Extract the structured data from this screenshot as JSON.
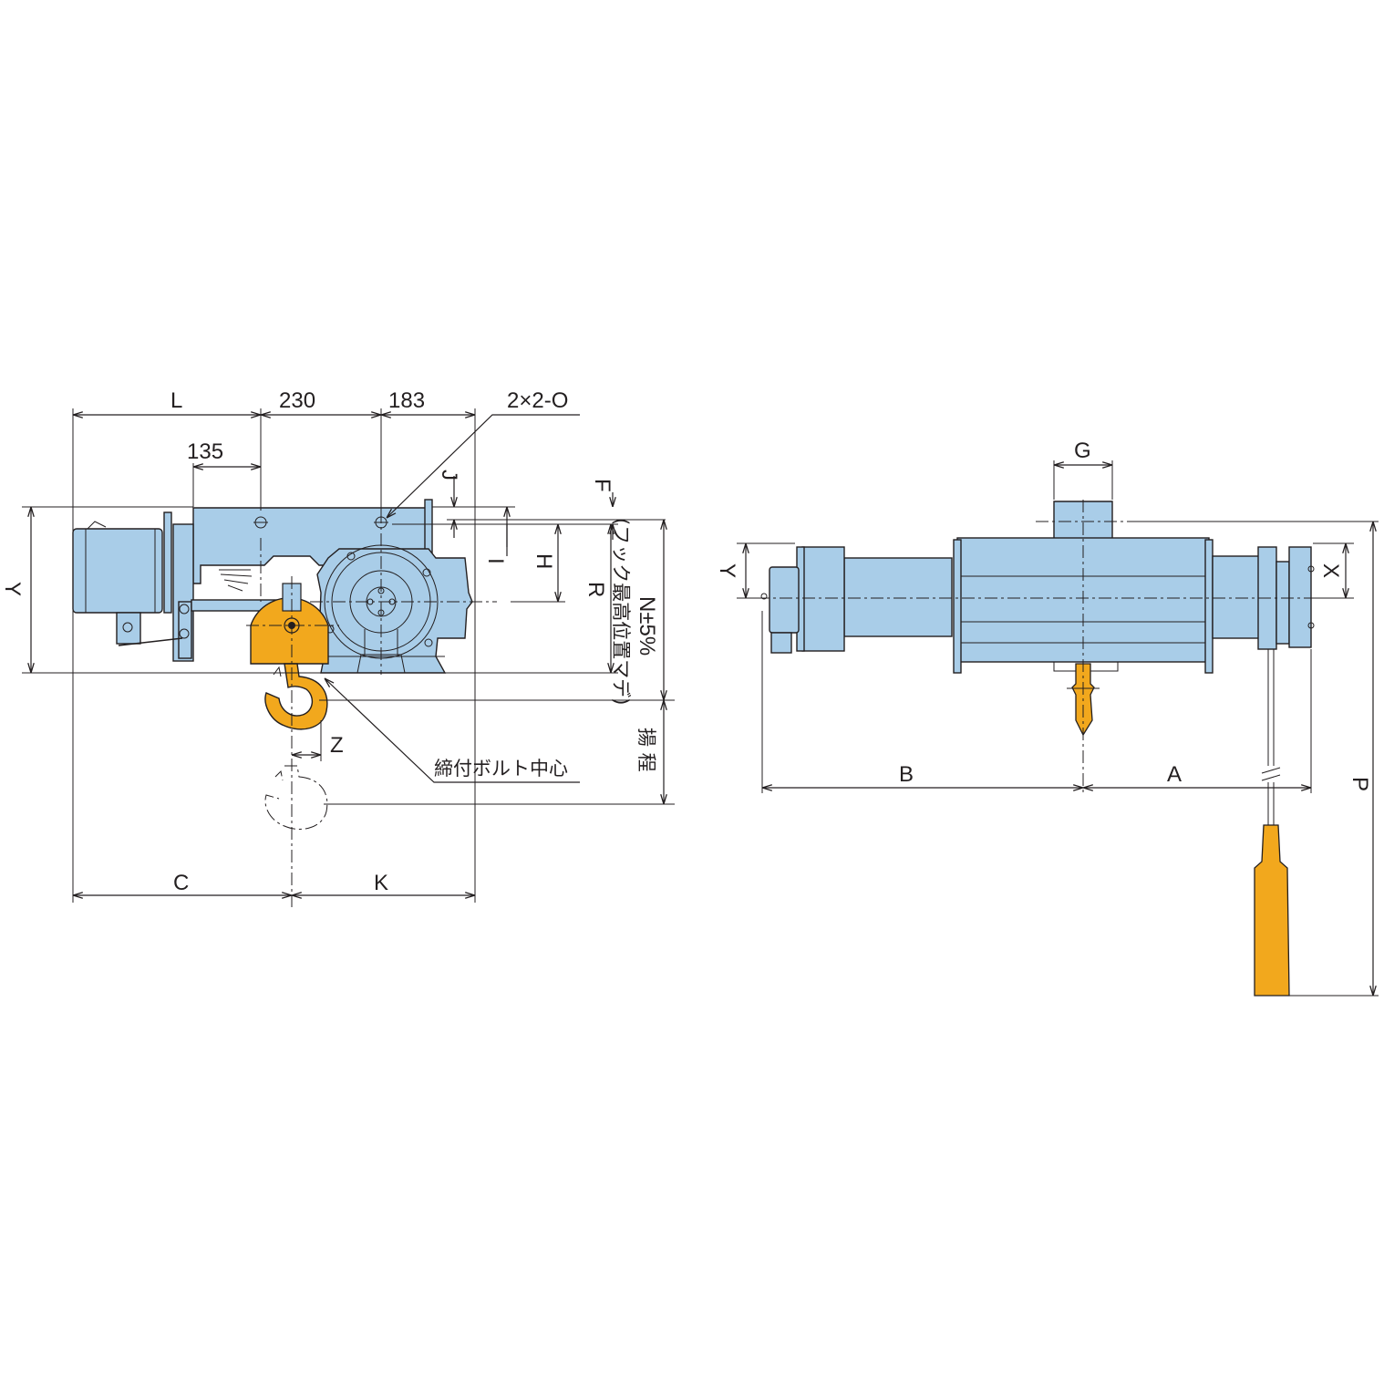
{
  "colors": {
    "body": "#a9cde8",
    "hook": "#f2a81d",
    "line": "#231f20",
    "background": "#ffffff"
  },
  "side_view": {
    "labels": {
      "L": "L",
      "d230": "230",
      "d183": "183",
      "d135": "135",
      "holes": "2×2-O",
      "J": "J",
      "F": "F",
      "I": "I",
      "H": "H",
      "R": "R",
      "Y": "Y",
      "N": "N±5%",
      "N_note": "(フック最高位置マデ)",
      "lift": "揚 程",
      "Z": "Z",
      "bolt_center": "締付ボルト中心",
      "C": "C",
      "K": "K"
    }
  },
  "front_view": {
    "labels": {
      "G": "G",
      "Y": "Y",
      "X": "X",
      "B": "B",
      "A": "A",
      "P": "P"
    }
  }
}
